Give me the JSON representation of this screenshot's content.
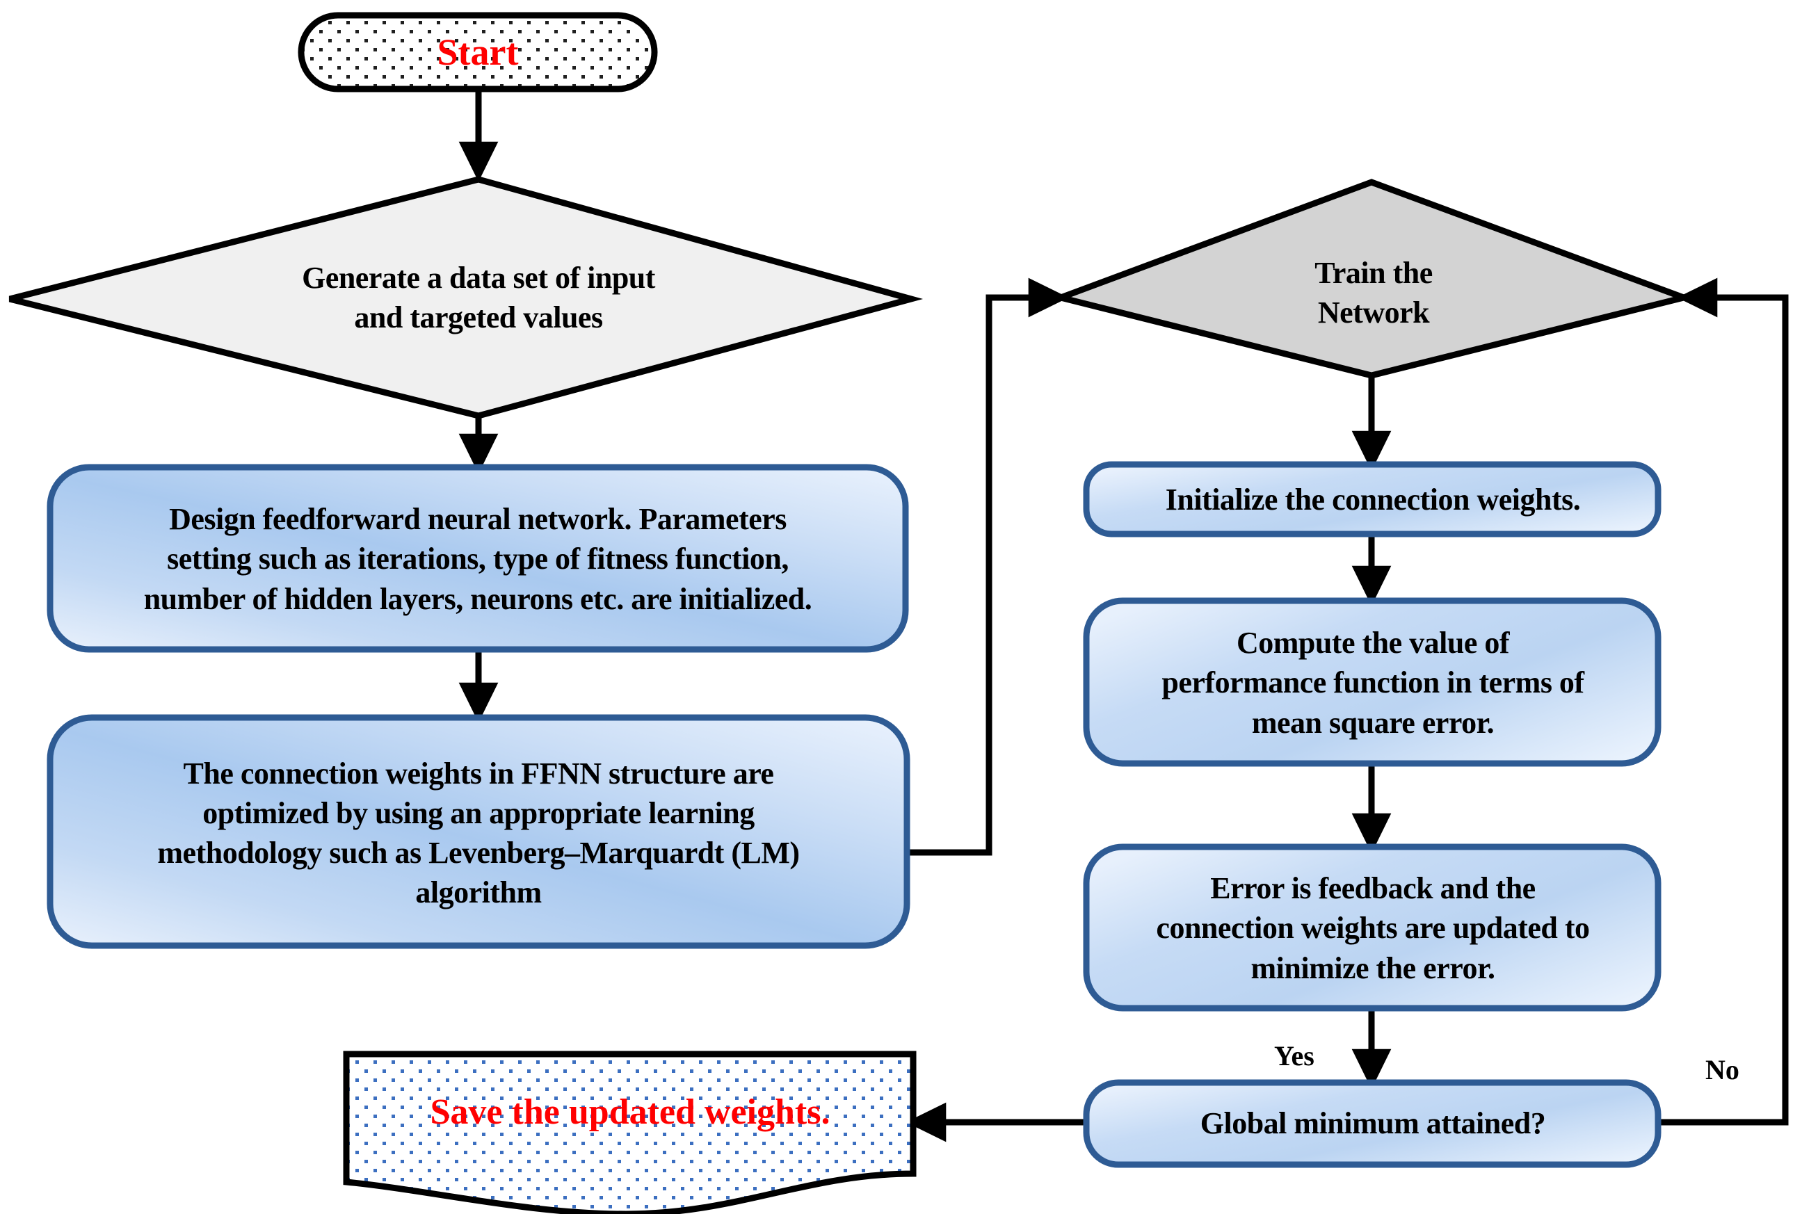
{
  "diagram": {
    "title": "Neural network training flowchart",
    "colors": {
      "start_text": "#FF0000",
      "save_text": "#FF0000",
      "process_border": "#2E5B94",
      "process_fill_light": "#E4EEFB",
      "process_fill_mid": "#BAD4F2",
      "decision_fill_light": "#F0F0F0",
      "decision_fill_gray": "#D3D3D3",
      "connector": "#000000",
      "dot_pattern_start": "#1A1A1A",
      "dot_pattern_save": "#3C6FC0"
    },
    "nodes": [
      {
        "id": "start",
        "shape": "stadium",
        "label": "Start"
      },
      {
        "id": "generate-data",
        "shape": "diamond",
        "label": "Generate a data set of input\nand targeted values"
      },
      {
        "id": "design-ffnn",
        "shape": "rounded",
        "label": "Design feedforward neural network. Parameters\nsetting such as iterations, type of fitness function,\nnumber of hidden layers, neurons etc. are initialized."
      },
      {
        "id": "optimize-weights",
        "shape": "rounded",
        "label": "The connection weights in FFNN structure are\noptimized by using an appropriate learning\nmethodology such as Levenberg–Marquardt (LM)\nalgorithm"
      },
      {
        "id": "train-network",
        "shape": "diamond",
        "label": "Train the\nNetwork"
      },
      {
        "id": "init-weights",
        "shape": "rounded",
        "label": "Initialize the connection weights."
      },
      {
        "id": "compute-perf",
        "shape": "rounded",
        "label": "Compute the value of\nperformance function in terms of\nmean square error."
      },
      {
        "id": "error-feedback",
        "shape": "rounded",
        "label": "Error is feedback and the\nconnection weights are updated to\nminimize the error."
      },
      {
        "id": "global-minimum",
        "shape": "rounded",
        "label": "Global minimum attained?"
      },
      {
        "id": "save-weights",
        "shape": "document",
        "label": "Save the updated weights."
      }
    ],
    "edge_labels": {
      "yes": "Yes",
      "no": "No"
    },
    "edges": [
      {
        "from": "start",
        "to": "generate-data",
        "label": ""
      },
      {
        "from": "generate-data",
        "to": "design-ffnn",
        "label": ""
      },
      {
        "from": "design-ffnn",
        "to": "optimize-weights",
        "label": ""
      },
      {
        "from": "optimize-weights",
        "to": "train-network",
        "label": ""
      },
      {
        "from": "train-network",
        "to": "init-weights",
        "label": ""
      },
      {
        "from": "init-weights",
        "to": "compute-perf",
        "label": ""
      },
      {
        "from": "compute-perf",
        "to": "error-feedback",
        "label": ""
      },
      {
        "from": "error-feedback",
        "to": "global-minimum",
        "label": "Yes"
      },
      {
        "from": "global-minimum",
        "to": "save-weights",
        "label": ""
      },
      {
        "from": "global-minimum",
        "to": "train-network",
        "label": "No"
      }
    ]
  }
}
